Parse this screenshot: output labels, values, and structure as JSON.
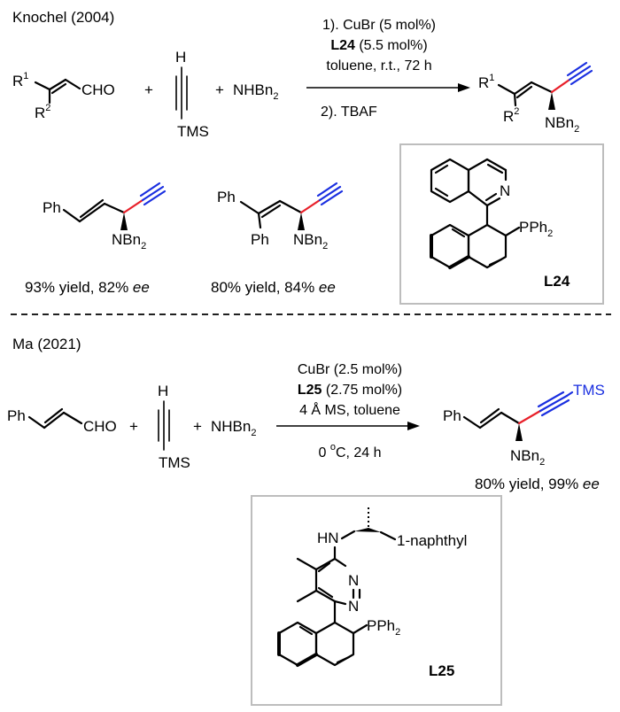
{
  "knochel": {
    "title": "Knochel (2004)",
    "reagent1": {
      "r1": "R",
      "r1_sup": "1",
      "r2": "R",
      "r2_sup": "2",
      "cho": "CHO"
    },
    "plus1": "+",
    "plus2": "+",
    "alkyne": {
      "h": "H",
      "tms": "TMS"
    },
    "amine": "NHBn",
    "amine_sub": "2",
    "cond1_text": "1). CuBr (5 mol%)",
    "cond2_bold": "L24",
    "cond2_rest": " (5.5 mol%)",
    "cond3": "toluene, r.t., 72 h",
    "cond4": "2). TBAF",
    "product": {
      "r1": "R",
      "r1_sup": "1",
      "r2": "R",
      "r2_sup": "2",
      "nbn": "NBn",
      "nbn_sub": "2"
    },
    "example1": {
      "ph": "Ph",
      "nbn": "NBn",
      "nbn_sub": "2",
      "yield": "93% yield, 82% ",
      "ee": "ee"
    },
    "example2": {
      "ph1": "Ph",
      "ph2": "Ph",
      "nbn": "NBn",
      "nbn_sub": "2",
      "yield": "80% yield, 84% ",
      "ee": "ee"
    },
    "ligand": {
      "n": "N",
      "pph": "PPh",
      "pph_sub": "2",
      "label": "L24"
    }
  },
  "ma": {
    "title": "Ma (2021)",
    "reagent1": {
      "ph": "Ph",
      "cho": "CHO"
    },
    "plus1": "+",
    "plus2": "+",
    "alkyne": {
      "h": "H",
      "tms": "TMS"
    },
    "amine": "NHBn",
    "amine_sub": "2",
    "cond1": "CuBr (2.5 mol%)",
    "cond2_bold": "L25",
    "cond2_rest": " (2.75 mol%)",
    "cond3": "4 Å MS, toluene",
    "cond4_pre": "0 ",
    "cond4_sup": "o",
    "cond4_post": "C, 24 h",
    "product": {
      "ph": "Ph",
      "tms": "TMS",
      "nbn": "NBn",
      "nbn_sub": "2"
    },
    "yield": "80% yield, 99% ",
    "ee": "ee",
    "ligand": {
      "hn": "HN",
      "naphthyl": "1-naphthyl",
      "n1": "N",
      "n2": "N",
      "pph": "PPh",
      "pph_sub": "2",
      "label": "L25"
    }
  },
  "colors": {
    "new_bond": "#e8202a",
    "alkyne": "#1a2fe0",
    "box": "#bdbdbd"
  }
}
